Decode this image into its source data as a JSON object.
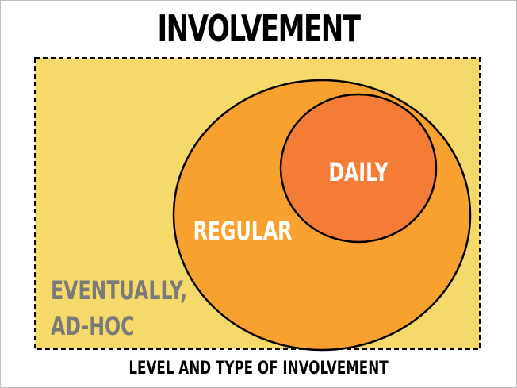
{
  "title": "INVOLVEMENT",
  "caption": "LEVEL AND TYPE OF INVOLVEMENT",
  "levels": {
    "outer": {
      "label_line1": "EVENTUALLY,",
      "label_line2": "AD-HOC",
      "fill": "#f5d96b",
      "text_color": "#7a7a7a"
    },
    "middle": {
      "label": "REGULAR",
      "fill": "#f9a12e",
      "text_color": "#ffffff"
    },
    "inner": {
      "label": "DAILY",
      "fill": "#f47c36",
      "text_color": "#ffffff"
    }
  },
  "colors": {
    "outline": "#000000",
    "background": "#ffffff"
  }
}
